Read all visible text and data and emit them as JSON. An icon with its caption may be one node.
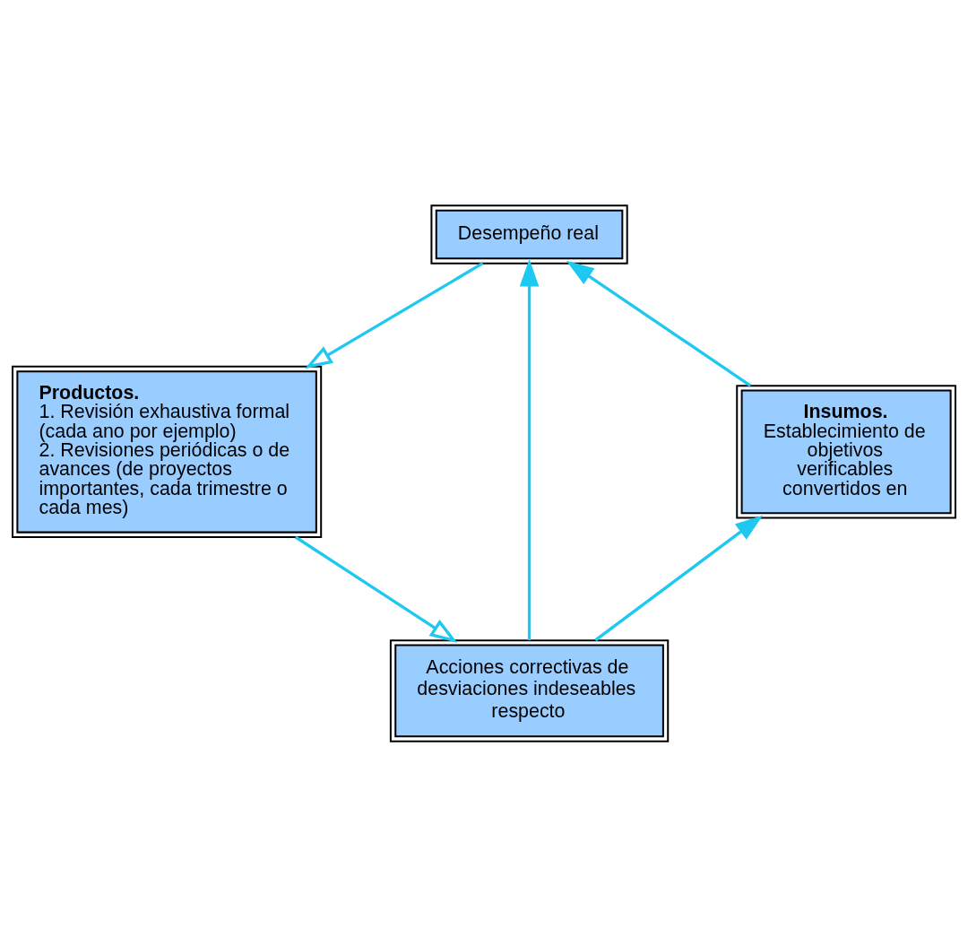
{
  "diagram": {
    "nodes": [
      {
        "text": [
          "Desempeño real"
        ]
      },
      {
        "text": [
          "Productos.",
          "1. Revisión exhaustiva formal (cada ano por ejemplo)",
          "2. Revisiones periódicas o de avances (de proyectos importantes, cada trimestre o cada mes)"
        ]
      },
      {
        "text": [
          "Acciones correctivas de desviaciones indeseables respecto"
        ]
      },
      {
        "text": [
          "Insumos.",
          "Establecimiento de objetivos verificables convertidos en"
        ]
      }
    ],
    "edges": [
      {
        "from": 3,
        "to": 0,
        "arrow": "to"
      },
      {
        "from": 0,
        "to": 1,
        "arrow": "to"
      },
      {
        "from": 1,
        "to": 2,
        "arrow": "to"
      },
      {
        "from": 2,
        "to": 3,
        "arrow": "to"
      },
      {
        "from": 2,
        "to": 0,
        "arrow": "to"
      }
    ]
  }
}
